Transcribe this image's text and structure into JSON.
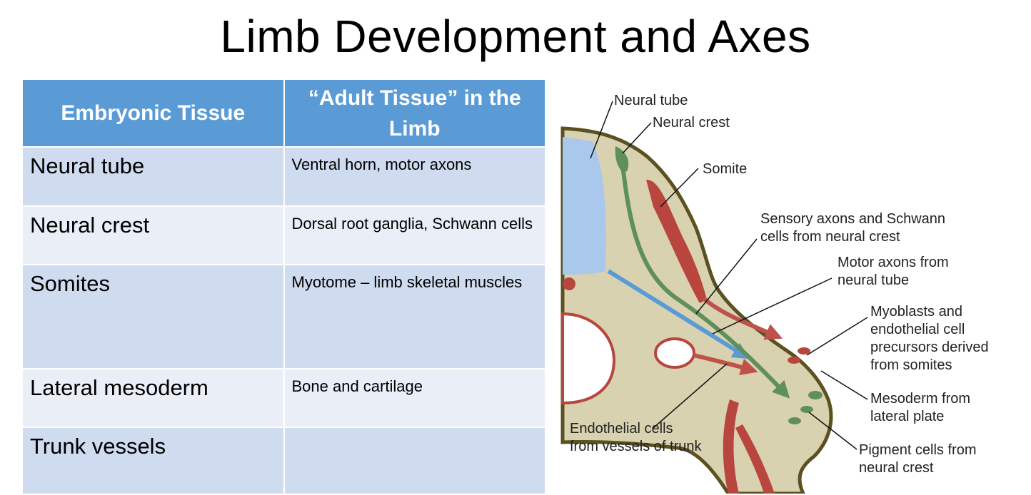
{
  "title": "Limb Development and Axes",
  "table": {
    "headers": [
      "Embryonic Tissue",
      "“Adult Tissue” in the Limb"
    ],
    "rows": [
      {
        "tissue": "Neural tube",
        "adult": "Ventral horn, motor axons"
      },
      {
        "tissue": "Neural crest",
        "adult": "Dorsal root ganglia, Schwann cells"
      },
      {
        "tissue": "Somites",
        "adult": "Myotome – limb skeletal muscles"
      },
      {
        "tissue": "Lateral mesoderm",
        "adult": "Bone and cartilage"
      },
      {
        "tissue": "Trunk vessels",
        "adult": ""
      }
    ]
  },
  "diagram": {
    "labels": {
      "neural_tube": "Neural tube",
      "neural_crest": "Neural crest",
      "somite": "Somite",
      "sensory": "Sensory axons and Schwann cells from neural crest",
      "motor": "Motor axons from neural tube",
      "myoblasts": "Myoblasts and endothelial cell precursors derived from somites",
      "mesoderm": "Mesoderm from lateral plate",
      "pigment": "Pigment cells from neural crest",
      "endothelial": "Endothelial cells from vessels of trunk"
    },
    "colors": {
      "tissue": "#d9d2b0",
      "outline": "#5a5020",
      "neural_tube": "#a9c8ec",
      "neural_crest": "#5f8f5a",
      "somite": "#b8463f",
      "motor": "#5b9bd5"
    }
  }
}
